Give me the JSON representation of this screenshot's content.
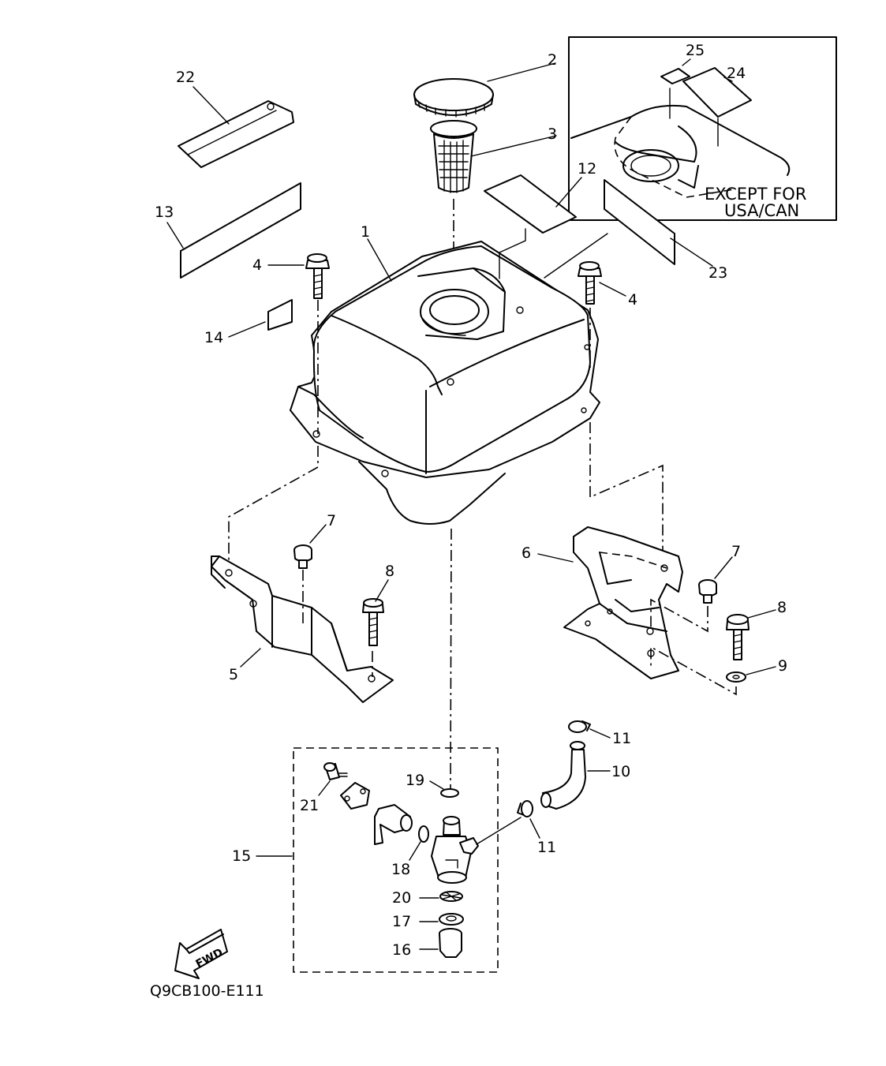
{
  "callouts": [
    {
      "id": "1",
      "text": "1"
    },
    {
      "id": "2",
      "text": "2"
    },
    {
      "id": "3",
      "text": "3"
    },
    {
      "id": "4a",
      "text": "4"
    },
    {
      "id": "4b",
      "text": "4"
    },
    {
      "id": "5",
      "text": "5"
    },
    {
      "id": "6",
      "text": "6"
    },
    {
      "id": "7a",
      "text": "7"
    },
    {
      "id": "7b",
      "text": "7"
    },
    {
      "id": "8a",
      "text": "8"
    },
    {
      "id": "8b",
      "text": "8"
    },
    {
      "id": "9",
      "text": "9"
    },
    {
      "id": "10",
      "text": "10"
    },
    {
      "id": "11a",
      "text": "11"
    },
    {
      "id": "11b",
      "text": "11"
    },
    {
      "id": "12",
      "text": "12"
    },
    {
      "id": "13",
      "text": "13"
    },
    {
      "id": "14",
      "text": "14"
    },
    {
      "id": "15",
      "text": "15"
    },
    {
      "id": "16",
      "text": "16"
    },
    {
      "id": "17",
      "text": "17"
    },
    {
      "id": "18",
      "text": "18"
    },
    {
      "id": "19",
      "text": "19"
    },
    {
      "id": "20",
      "text": "20"
    },
    {
      "id": "21",
      "text": "21"
    },
    {
      "id": "22",
      "text": "22"
    },
    {
      "id": "23",
      "text": "23"
    },
    {
      "id": "24",
      "text": "24"
    },
    {
      "id": "25",
      "text": "25"
    }
  ],
  "inset_note": {
    "line1": "EXCEPT FOR",
    "line2": "USA/CAN"
  },
  "fwd_arrow_text": "FWD",
  "diagram_code": "Q9CB100-E111"
}
